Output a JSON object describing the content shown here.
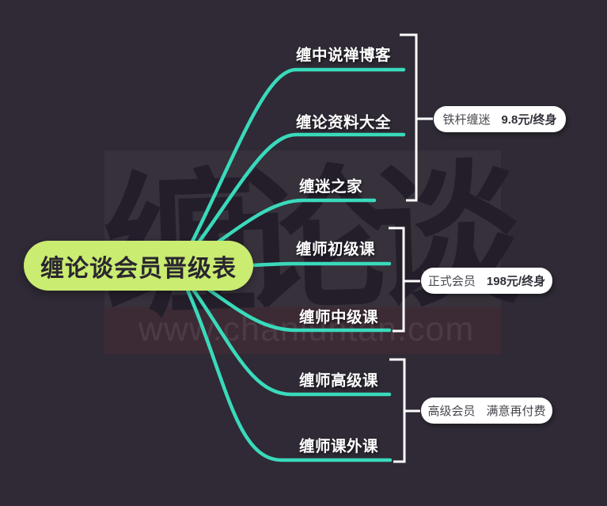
{
  "canvas": {
    "background": "#2f2a35",
    "accent_teal": "#39dabb",
    "root_fill": "#c9ec71",
    "bracket_color": "#ffffff"
  },
  "root": {
    "label": "缠论谈会员晋级表"
  },
  "topics": [
    {
      "label": "缠中说禅博客"
    },
    {
      "label": "缠论资料大全"
    },
    {
      "label": "缠迷之家"
    },
    {
      "label": "缠师初级课"
    },
    {
      "label": "缠师中级课"
    },
    {
      "label": "缠师高级课"
    },
    {
      "label": "缠师课外课"
    }
  ],
  "tiers": [
    {
      "name": "铁杆缠迷",
      "price": "9.8元/终身"
    },
    {
      "name": "正式会员",
      "price": "198元/终身"
    },
    {
      "name": "高级会员",
      "price": "满意再付费"
    }
  ],
  "watermark": {
    "url": "www.chanluntan.com",
    "calligraphy": "缠论谈"
  }
}
